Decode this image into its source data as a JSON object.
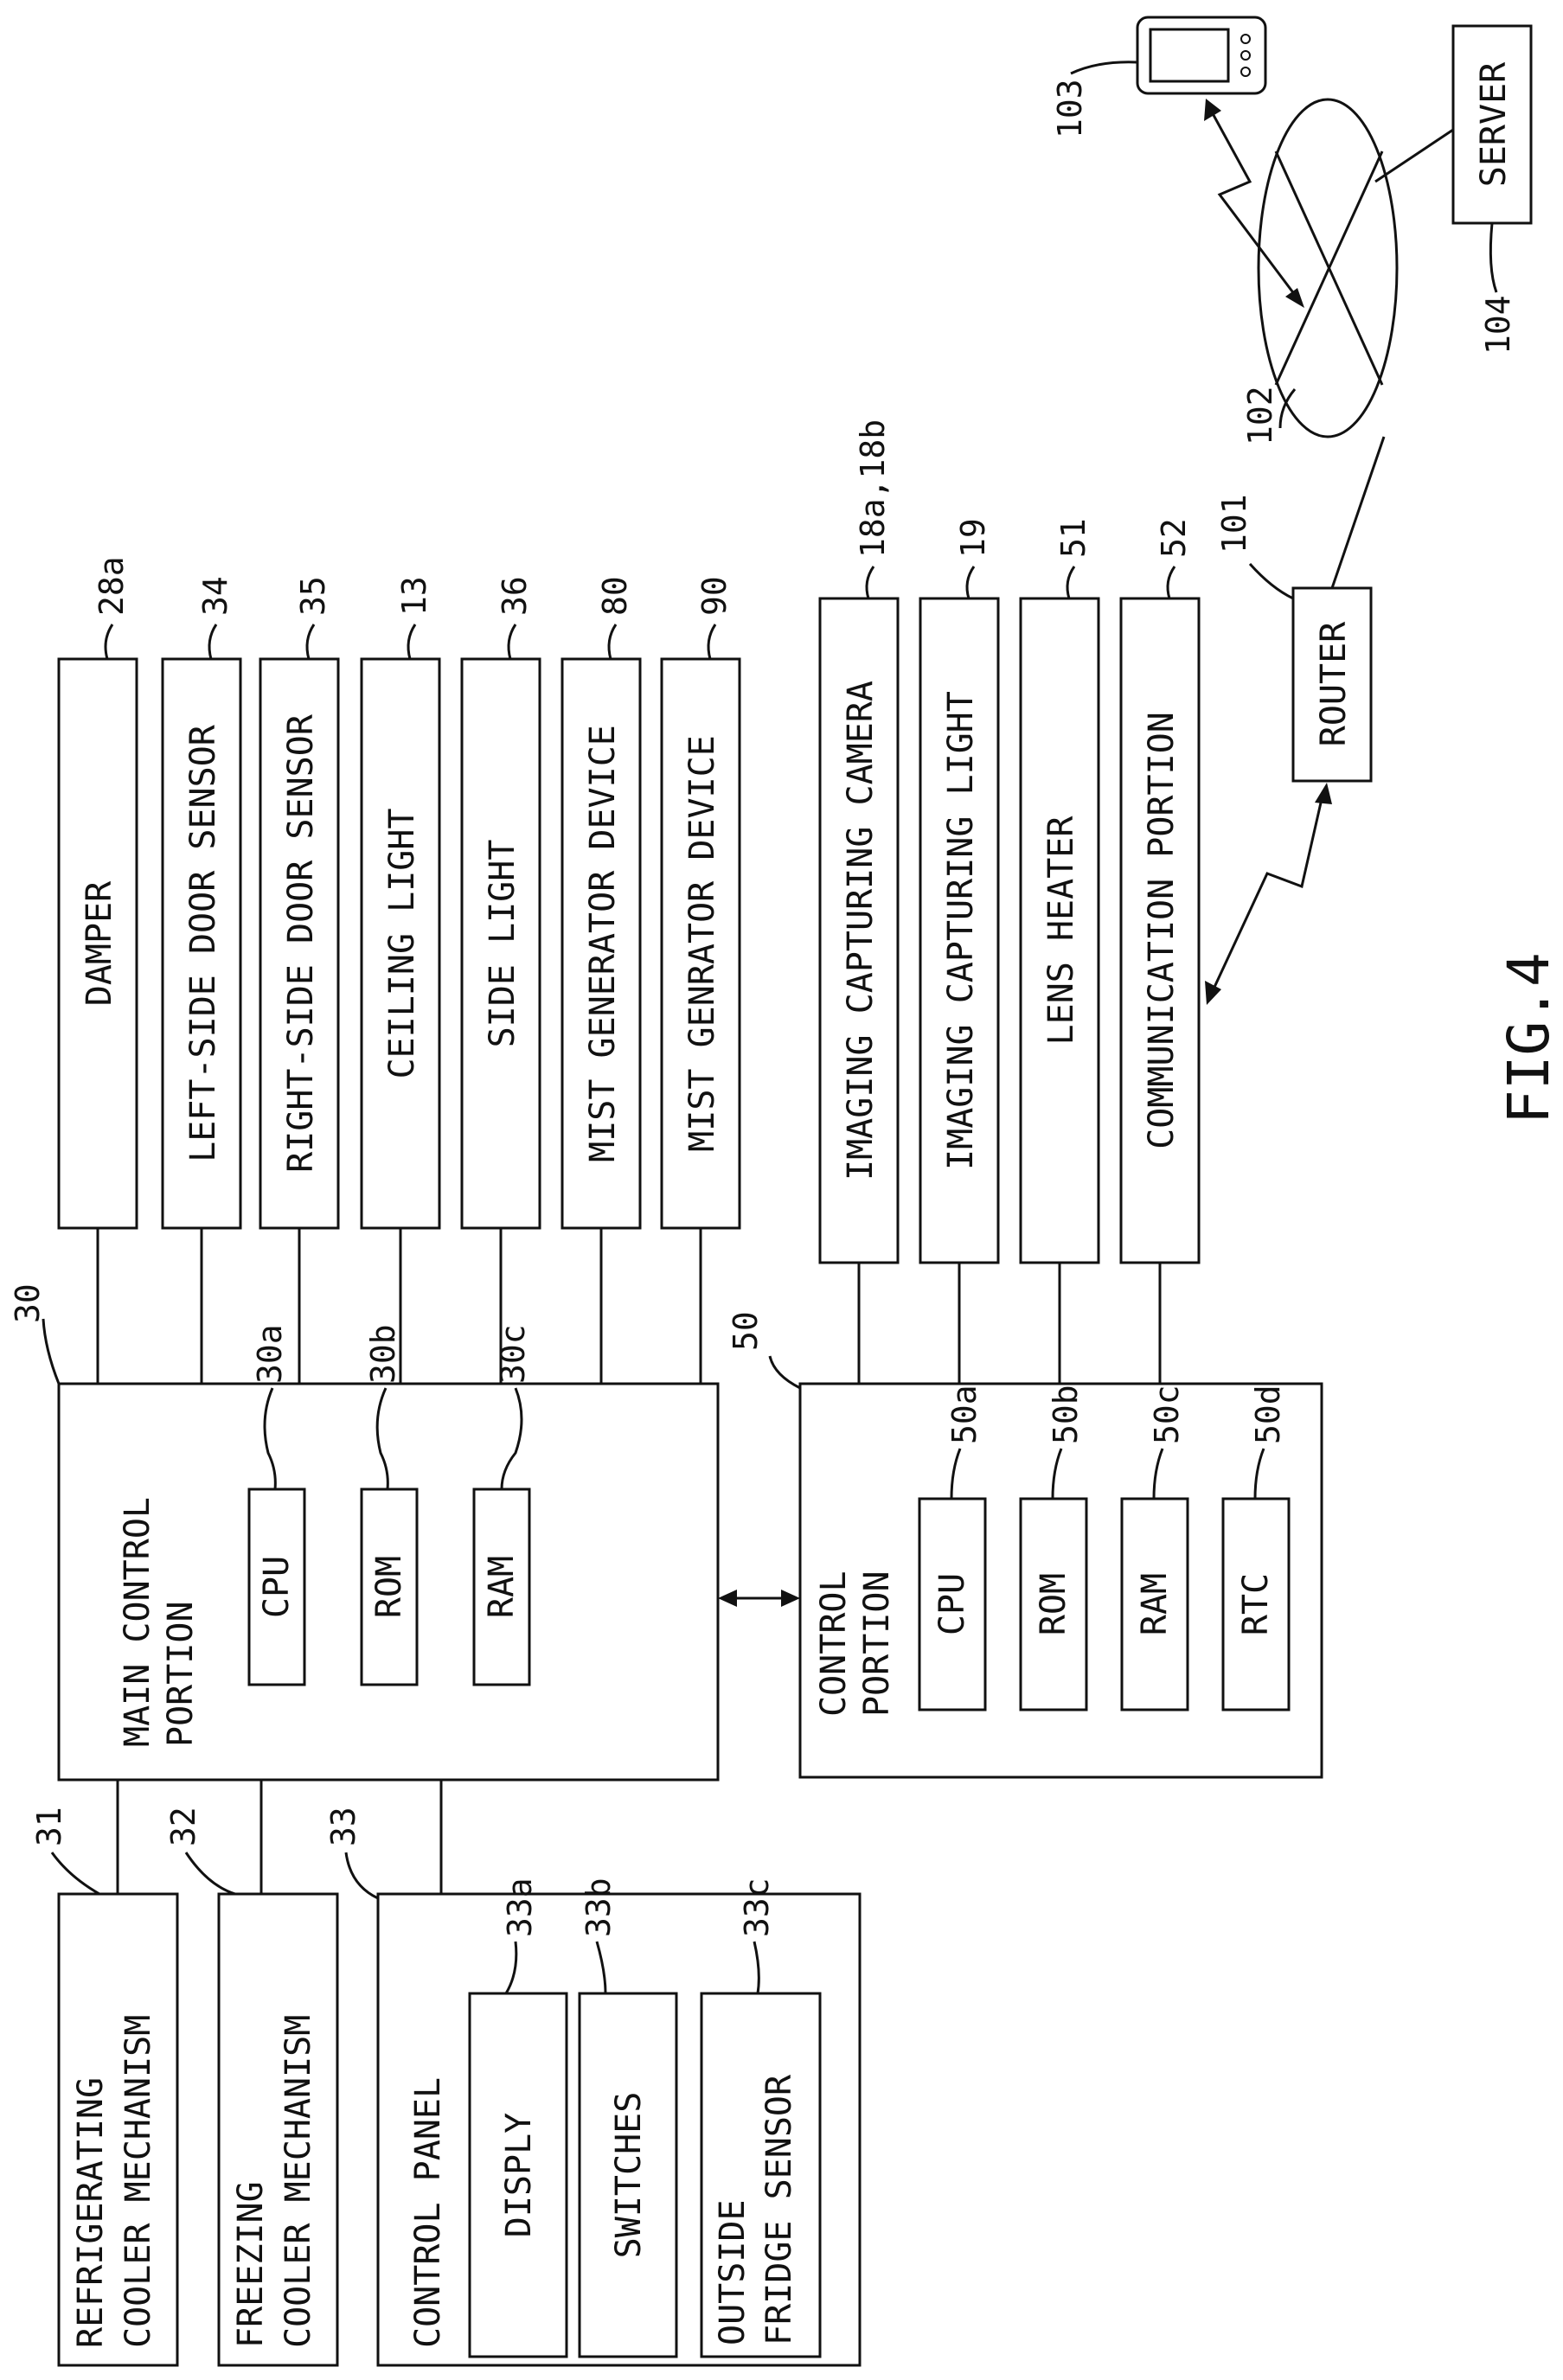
{
  "figure_label": "FIG.4",
  "main_control": {
    "ref": "30",
    "line1": "MAIN CONTROL",
    "line2": "PORTION",
    "cpu": {
      "label": "CPU",
      "ref": "30a"
    },
    "rom": {
      "label": "ROM",
      "ref": "30b"
    },
    "ram": {
      "label": "RAM",
      "ref": "30c"
    }
  },
  "outputs": [
    {
      "label": "DAMPER",
      "ref": "28a"
    },
    {
      "label": "LEFT-SIDE DOOR SENSOR",
      "ref": "34"
    },
    {
      "label": "RIGHT-SIDE DOOR SENSOR",
      "ref": "35"
    },
    {
      "label": "CEILING LIGHT",
      "ref": "13"
    },
    {
      "label": "SIDE LIGHT",
      "ref": "36"
    },
    {
      "label": "MIST GENERATOR DEVICE",
      "ref": "80"
    },
    {
      "label": "MIST GENRATOR DEVICE",
      "ref": "90"
    }
  ],
  "camera_units": [
    {
      "label": "IMAGING CAPTURING CAMERA",
      "ref": "18a,18b"
    },
    {
      "label": "IMAGING CAPTURING LIGHT",
      "ref": "19"
    },
    {
      "label": "LENS HEATER",
      "ref": "51"
    },
    {
      "label": "COMMUNICATION PORTION",
      "ref": "52"
    }
  ],
  "control_portion": {
    "ref": "50",
    "line1": "CONTROL",
    "line2": "PORTION",
    "cpu": {
      "label": "CPU",
      "ref": "50a"
    },
    "rom": {
      "label": "ROM",
      "ref": "50b"
    },
    "ram": {
      "label": "RAM",
      "ref": "50c"
    },
    "rtc": {
      "label": "RTC",
      "ref": "50d"
    }
  },
  "refrigerating": {
    "line1": "REFRIGERATING",
    "line2": "COOLER MECHANISM",
    "ref": "31"
  },
  "freezing": {
    "line1": "FREEZING",
    "line2": "COOLER MECHANISM",
    "ref": "32"
  },
  "control_panel": {
    "label": "CONTROL PANEL",
    "ref": "33",
    "display": {
      "label": "DISPLY",
      "ref": "33a"
    },
    "switches": {
      "label": "SWITCHES",
      "ref": "33b"
    },
    "sensor": {
      "line1": "OUTSIDE",
      "line2": "FRIDGE SENSOR",
      "ref": "33c"
    }
  },
  "network": {
    "router": {
      "label": "ROUTER",
      "ref": "101"
    },
    "cloud_ref": "102",
    "device_ref": "103",
    "server": {
      "label": "SERVER",
      "ref": "104"
    }
  }
}
